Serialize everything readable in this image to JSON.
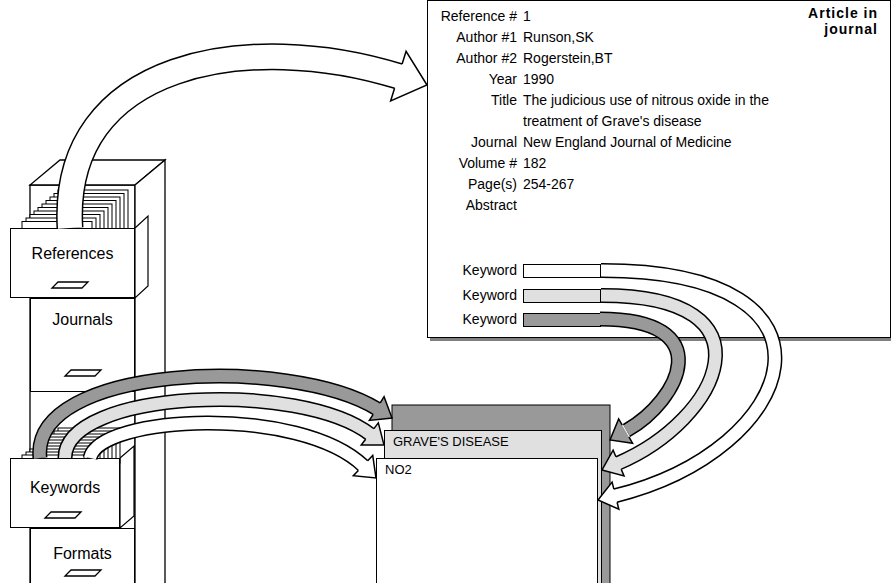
{
  "diagram": {
    "nodes": [
      {
        "text": [
          "References"
        ]
      },
      {
        "text": [
          "Journals"
        ]
      },
      {
        "text": [
          "Keywords"
        ]
      },
      {
        "text": [
          "Formats"
        ]
      },
      {
        "text": [
          "Article in journal",
          "Reference #",
          "1",
          "Author #1",
          "Runson,SK",
          "Author #2",
          "Rogerstein,BT",
          "Year",
          "1990",
          "Title",
          "The judicious use of nitrous oxide in the treatment of Grave's disease",
          "Journal",
          "New England Journal of Medicine",
          "Volume #",
          "182",
          "Page(s)",
          "254-267",
          "Abstract"
        ]
      },
      {
        "text": [
          "Keyword"
        ],
        "in": 4
      },
      {
        "text": [
          "Keyword"
        ],
        "in": 4
      },
      {
        "text": [
          "Keyword"
        ],
        "in": 4
      },
      {
        "text": [
          "GRAVE'S DISEASE"
        ]
      },
      {
        "text": [
          "NO2"
        ]
      }
    ],
    "edges": [
      {
        "from": 0,
        "to": 4,
        "arrow": "to"
      },
      {
        "from": 2,
        "to": 8,
        "arrow": "to"
      },
      {
        "from": 2,
        "to": 9,
        "arrow": "to"
      },
      {
        "from": 5,
        "to": 9,
        "arrow": "to"
      },
      {
        "from": 6,
        "to": 8,
        "arrow": "to"
      }
    ]
  }
}
